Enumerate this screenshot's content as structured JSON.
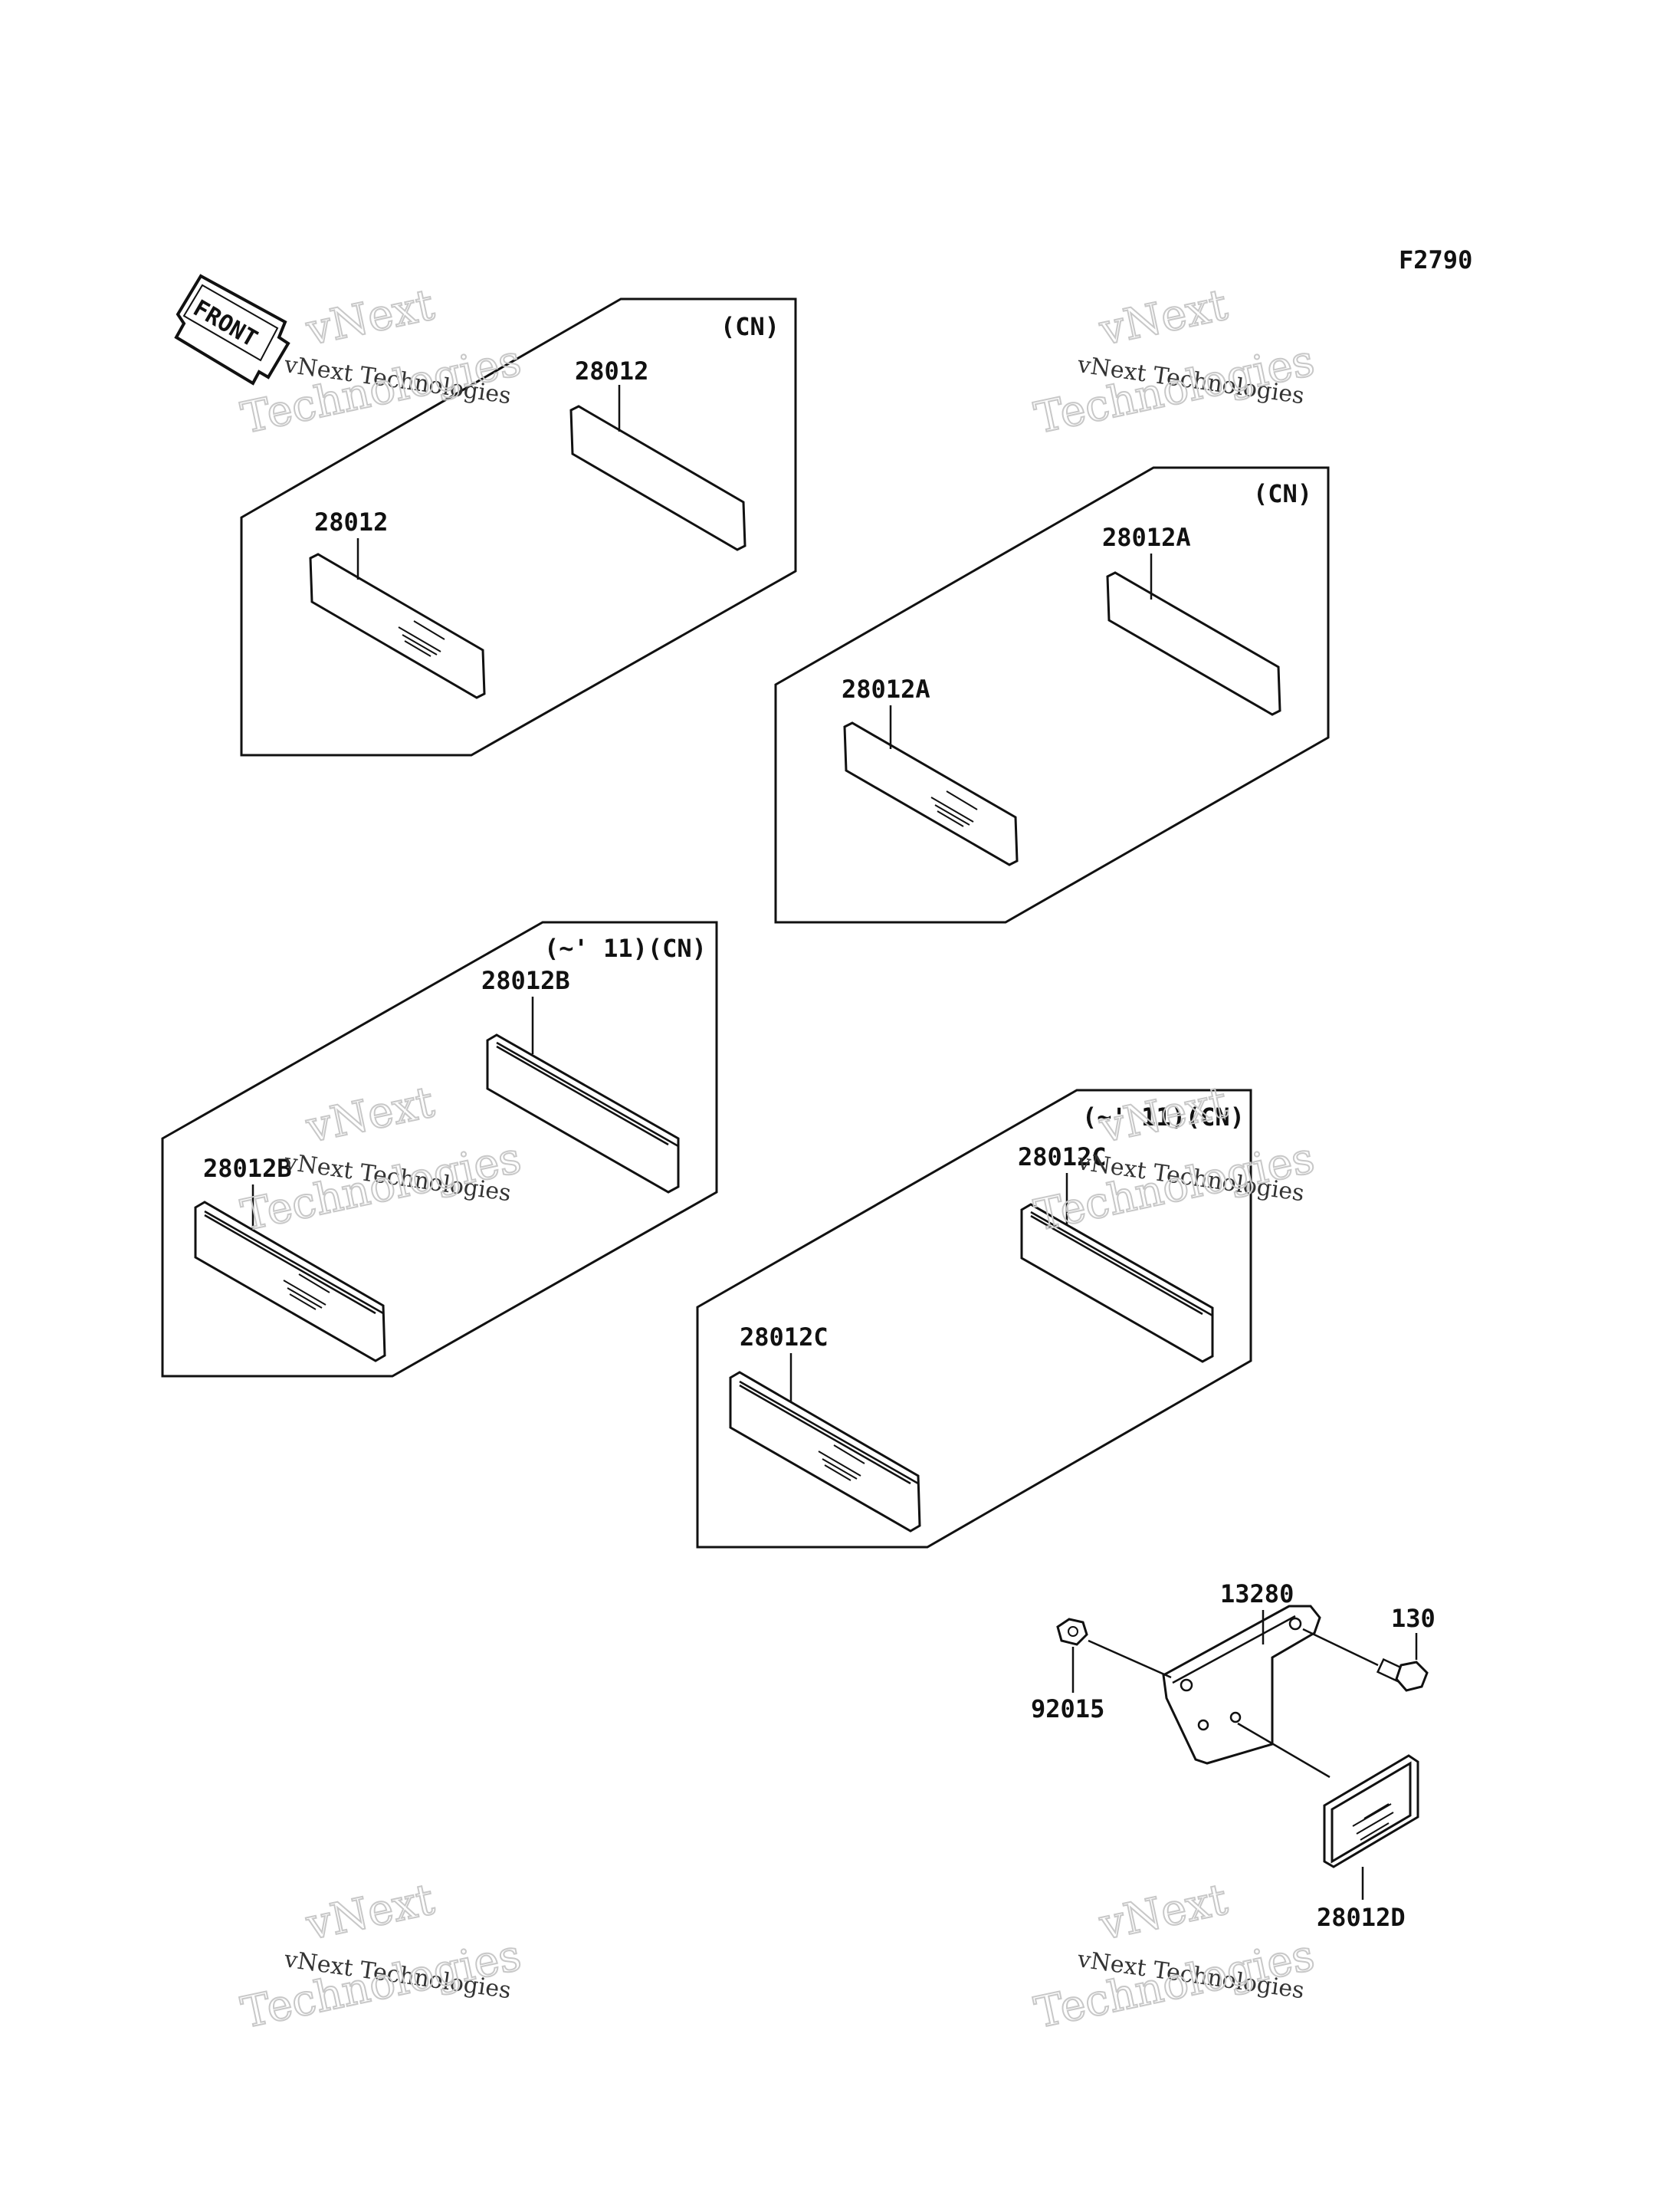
{
  "figure_code": "F2790",
  "front_label": "FRONT",
  "watermark": {
    "line1": "vNext",
    "line2": "vNext Technologies",
    "line3": "Technologies"
  },
  "groups": [
    {
      "tag": "(CN)",
      "labels": [
        "28012",
        "28012"
      ]
    },
    {
      "tag": "(CN)",
      "labels": [
        "28012A",
        "28012A"
      ]
    },
    {
      "tag": "(~' 11)(CN)",
      "labels": [
        "28012B",
        "28012B"
      ]
    },
    {
      "tag": "(~' 11)(CN)",
      "labels": [
        "28012C",
        "28012C"
      ]
    }
  ],
  "assembly": {
    "bracket": "13280",
    "bolt": "130",
    "nut": "92015",
    "reflector": "28012D"
  },
  "colors": {
    "line": "#111111",
    "watermark": "#c8c8c8",
    "background": "#ffffff"
  }
}
